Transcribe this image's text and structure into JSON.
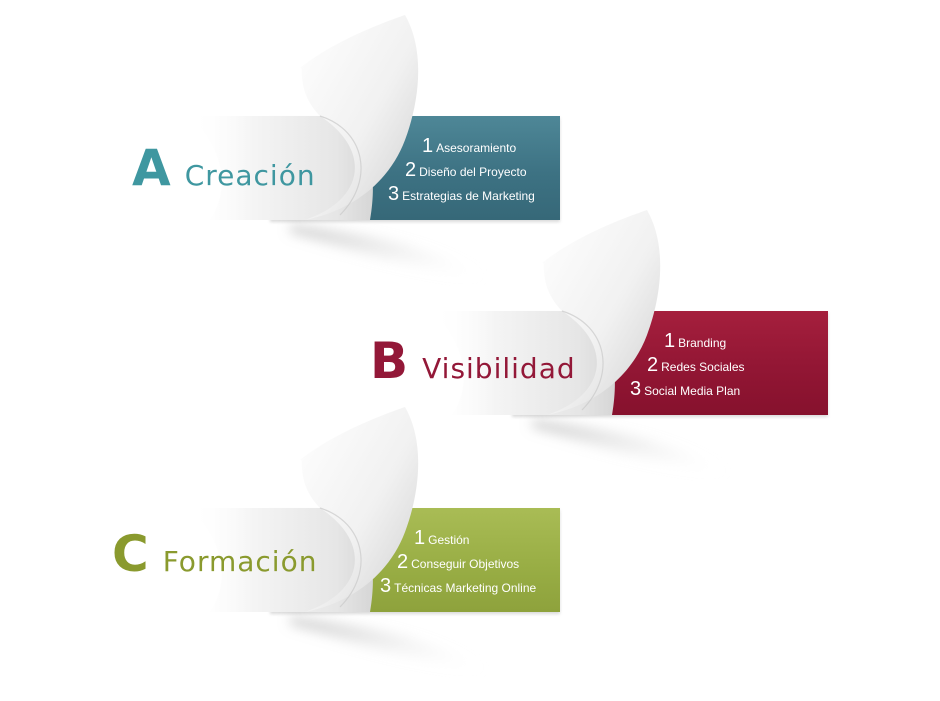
{
  "blocks": [
    {
      "letter": "A",
      "title": "Creación",
      "items": [
        {
          "num": "1",
          "text": "Asesoramiento"
        },
        {
          "num": "2",
          "text": "Diseño del Proyecto"
        },
        {
          "num": "3",
          "text": "Estrategias de Marketing"
        }
      ]
    },
    {
      "letter": "B",
      "title": "Visibilidad",
      "items": [
        {
          "num": "1",
          "text": "Branding"
        },
        {
          "num": "2",
          "text": "Redes Sociales"
        },
        {
          "num": "3",
          "text": "Social Media Plan"
        }
      ]
    },
    {
      "letter": "C",
      "title": "Formación",
      "items": [
        {
          "num": "1",
          "text": "Gestión"
        },
        {
          "num": "2",
          "text": "Conseguir Objetivos"
        },
        {
          "num": "3",
          "text": "Técnicas Marketing Online"
        }
      ]
    }
  ],
  "colors": {
    "creacion": "#3d7283",
    "visibilidad": "#921634",
    "formacion": "#99ae45"
  }
}
